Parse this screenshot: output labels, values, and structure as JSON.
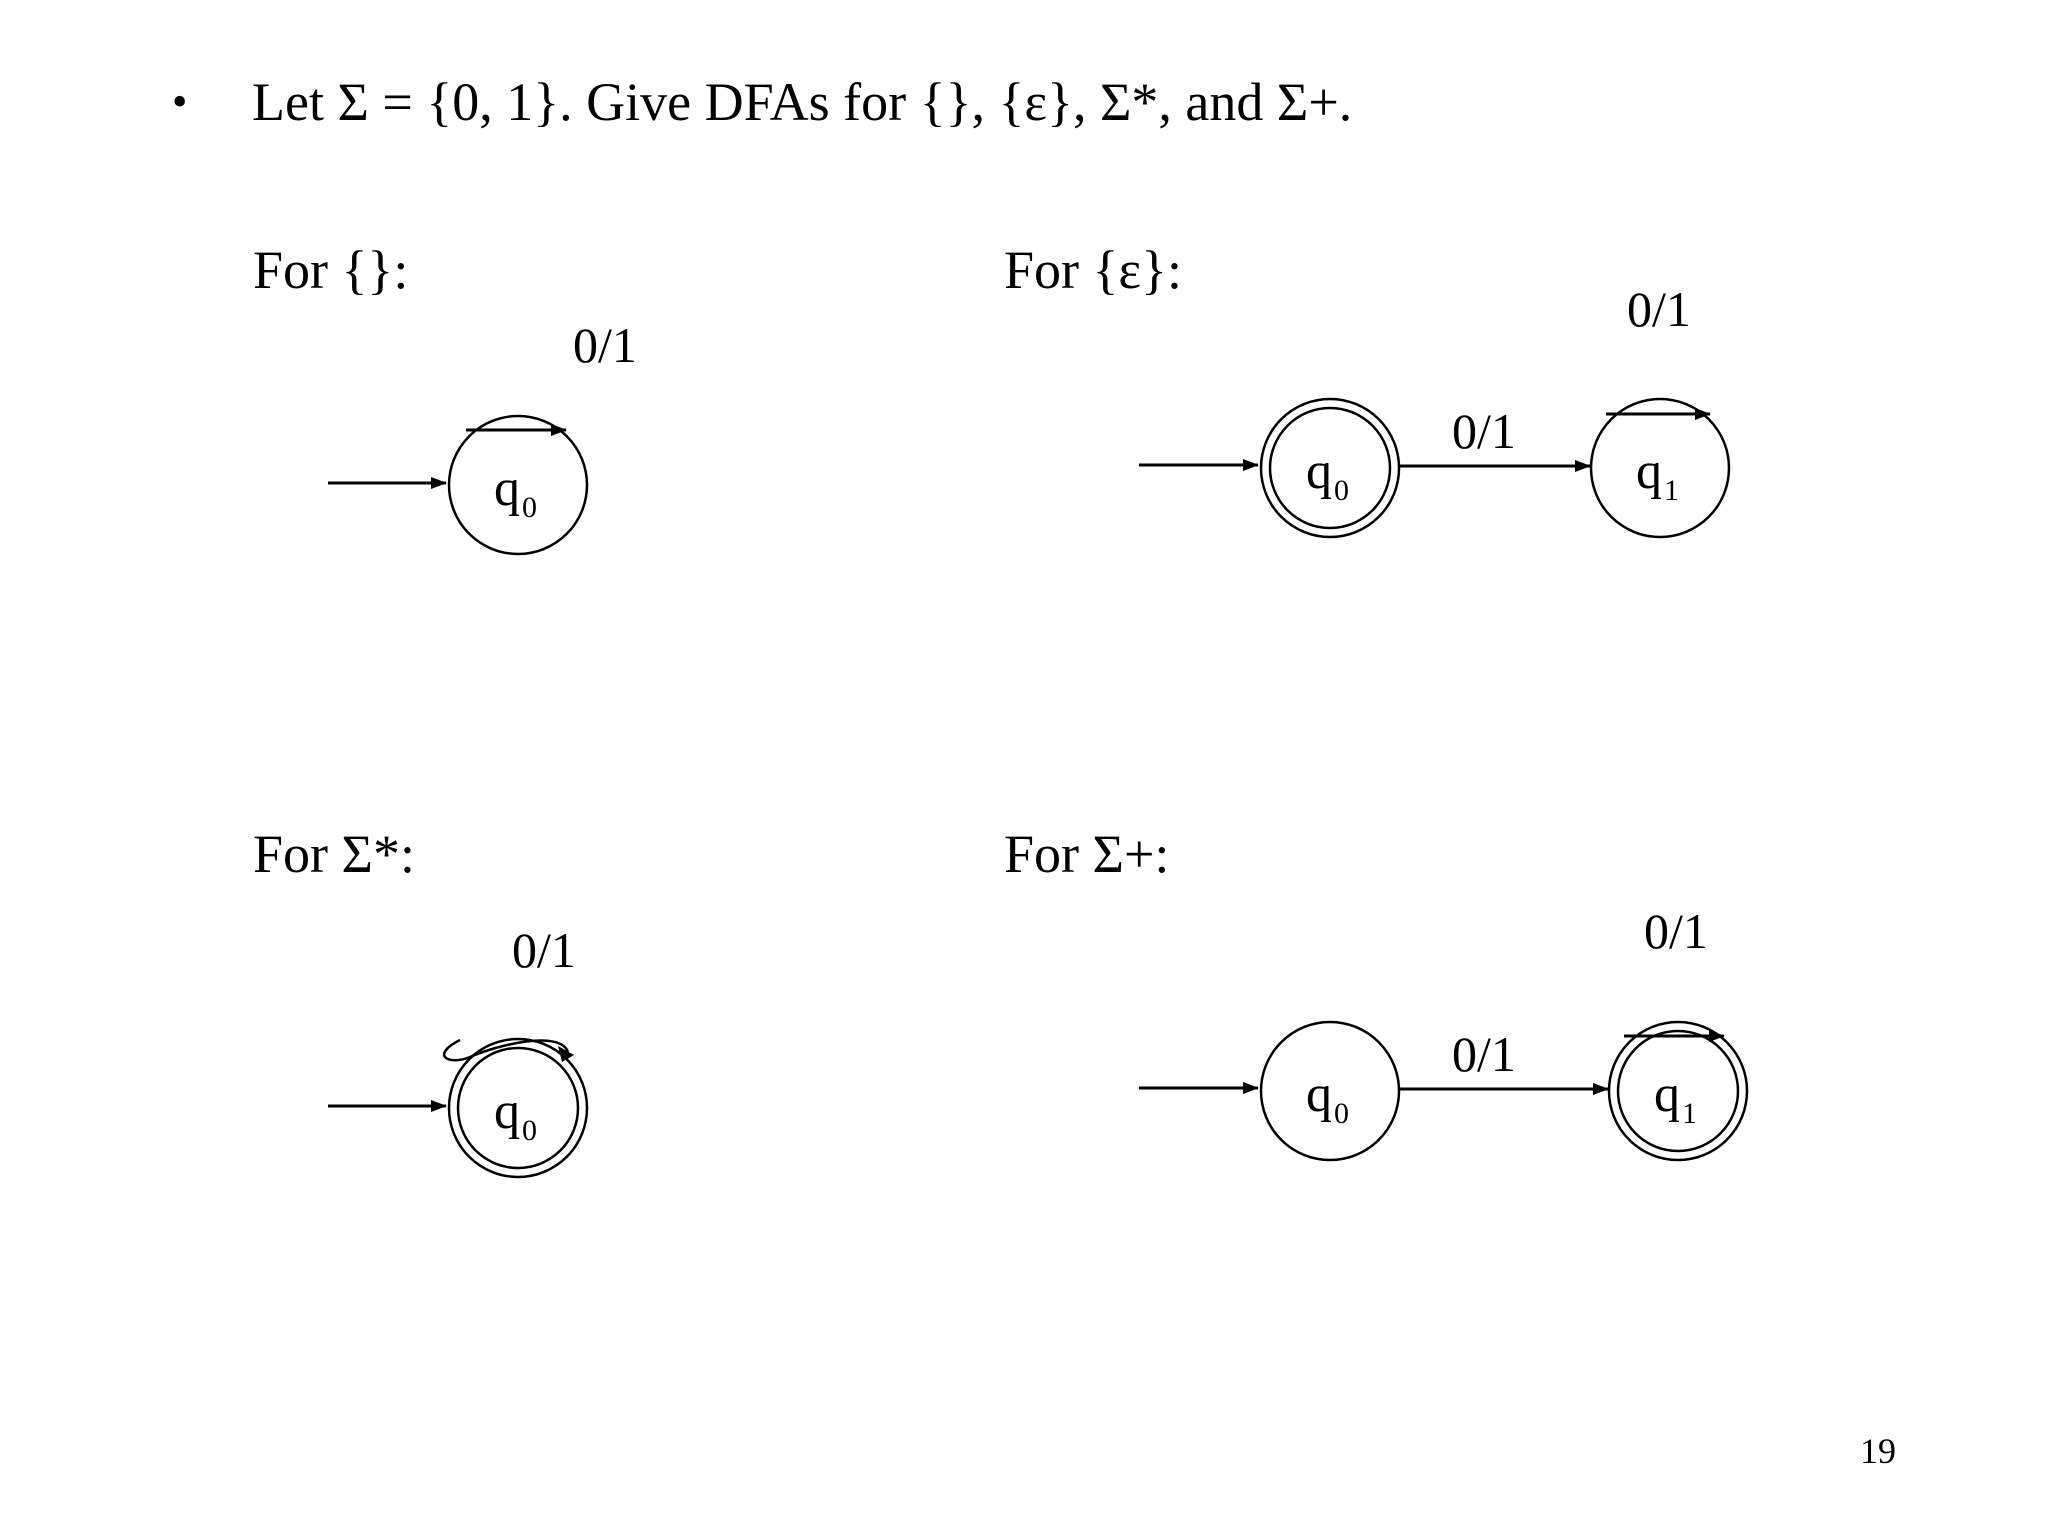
{
  "bullet": {
    "symbol": "•",
    "text": "Let Σ = {0, 1}. Give DFAs for {}, {ε}, Σ*, and Σ+."
  },
  "sections": {
    "empty": {
      "heading": "For {}:",
      "self_loop": "0/1",
      "states": [
        {
          "name": "q",
          "sub": "0",
          "accepting": false,
          "start": true
        }
      ]
    },
    "eps": {
      "heading": "For {ε}:",
      "transition": "0/1",
      "self_loop": "0/1",
      "states": [
        {
          "name": "q",
          "sub": "0",
          "accepting": true,
          "start": true
        },
        {
          "name": "q",
          "sub": "1",
          "accepting": false,
          "start": false
        }
      ]
    },
    "star": {
      "heading": "For Σ*:",
      "self_loop": "0/1",
      "states": [
        {
          "name": "q",
          "sub": "0",
          "accepting": true,
          "start": true
        }
      ]
    },
    "plus": {
      "heading": "For Σ+:",
      "transition": "0/1",
      "self_loop": "0/1",
      "states": [
        {
          "name": "q",
          "sub": "0",
          "accepting": false,
          "start": true
        },
        {
          "name": "q",
          "sub": "1",
          "accepting": true,
          "start": false
        }
      ]
    }
  },
  "page_number": "19"
}
